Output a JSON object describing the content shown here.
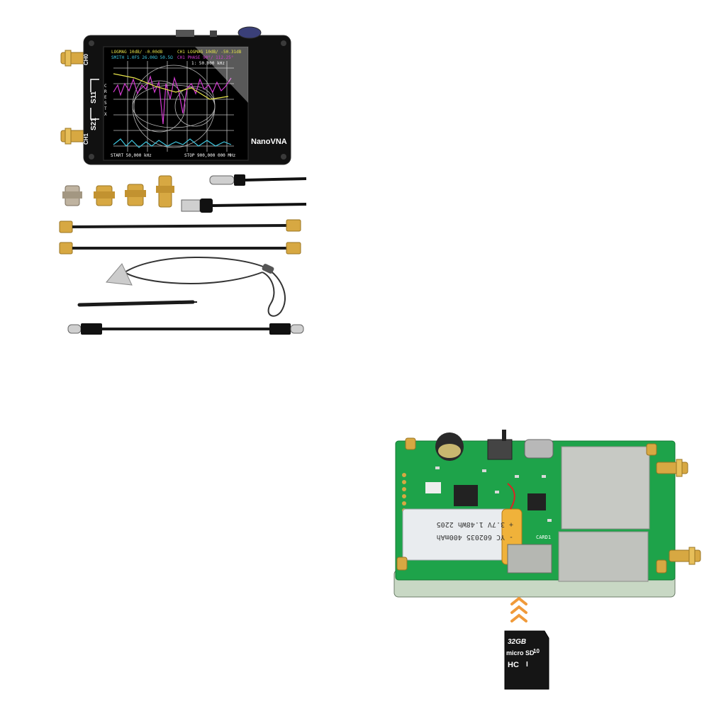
{
  "device": {
    "brand": "NanoVNA",
    "port_top": "CH0",
    "port_bottom": "CH1",
    "label_s11": "S11",
    "label_s21": "S21"
  },
  "screen": {
    "trace1": "LOGMAG 10dB/ -0.00dB",
    "trace2": "SMITH 1.0FS 26.00Ω 50.5Ω",
    "trace3": "CH1 LOGMAG 10dB/ -50.31dB",
    "trace4": "CH1 PHASE 90°/ 112.25°",
    "marker": "1: 50.000 kHz",
    "side_menu": "CRESTX",
    "start": "START 50,000 kHz",
    "stop": "STOP 900,000 000 MHz"
  },
  "battery": {
    "line1": "+ 3.7V 1.48Wh 2205",
    "line2": "- YC 602035 400mAh"
  },
  "pcb": {
    "card_label": "CARD1"
  },
  "sdcard": {
    "capacity": "32GB",
    "brand": "micro SD",
    "type": "HC",
    "speed": "I",
    "class": "10"
  },
  "colors": {
    "case": "#111111",
    "pcb_green": "#1ea34a",
    "gold": "#d7a842",
    "trace_magenta": "#d23bd0",
    "trace_yellow": "#e6e34a",
    "trace_cyan": "#3fc7e0",
    "arrow_orange": "#f09a3a"
  }
}
